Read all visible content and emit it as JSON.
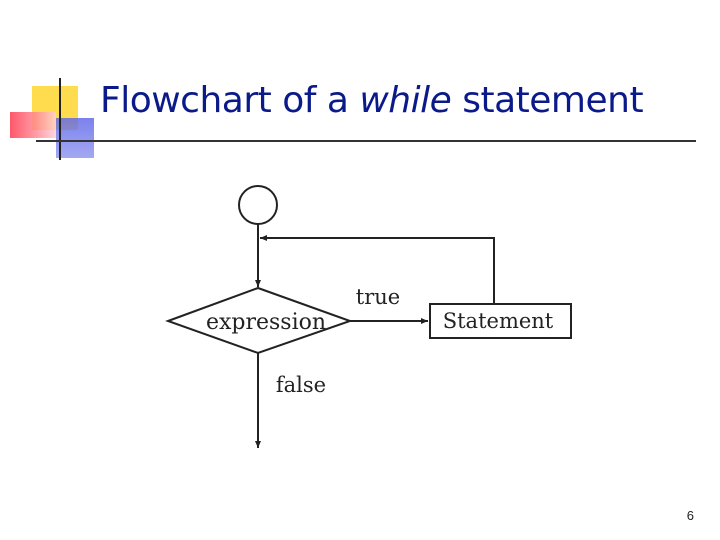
{
  "slide": {
    "title_prefix": "Flowchart of a ",
    "title_emphasis": "while",
    "title_suffix": " statement",
    "page_number": "6"
  },
  "diagram": {
    "decision_label": "expression",
    "true_label": "true",
    "false_label": "false",
    "process_label": "Statement"
  },
  "colors": {
    "title": "#0b1a8a",
    "accent_yellow": "#ffd83a",
    "accent_red": "#ff3b50",
    "accent_blue": "#5a62e8"
  }
}
